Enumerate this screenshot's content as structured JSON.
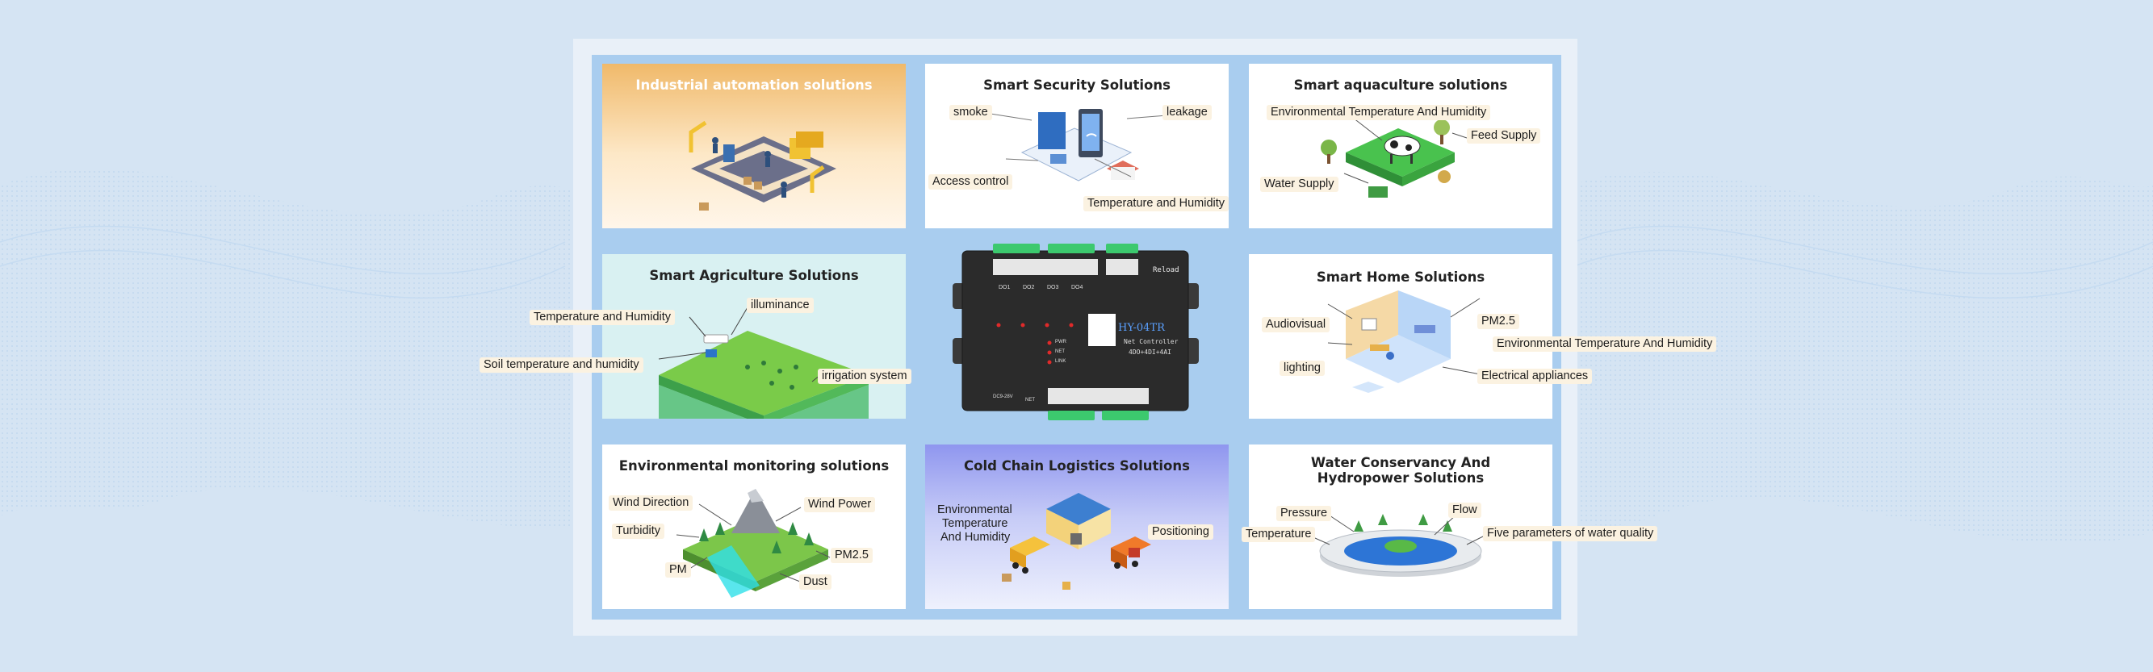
{
  "colors": {
    "background": "#d5e4f3",
    "frame": "#e9f0f8",
    "inner_border": "#a9cdef",
    "industrial_gradient": [
      "#f0b96a",
      "#fff6ea"
    ],
    "agriculture_bg": "#d9f1f2",
    "cold_chain_gradient": [
      "#8f96ef",
      "#eef1fd"
    ],
    "label_bg": "#fbf2e1",
    "device_body": "#2b2b2b",
    "terminal_green": "#3cc96e"
  },
  "panels": {
    "industrial": {
      "title": "Industrial automation solutions"
    },
    "security": {
      "title": "Smart Security Solutions",
      "labels": {
        "smoke": "smoke",
        "leakage": "leakage",
        "access": "Access control",
        "temp": "Temperature and Humidity"
      }
    },
    "aquaculture": {
      "title": "Smart aquaculture solutions",
      "labels": {
        "env": "Environmental Temperature And Humidity",
        "feed": "Feed Supply",
        "water": "Water Supply"
      }
    },
    "agriculture": {
      "title": "Smart Agriculture Solutions",
      "labels": {
        "temp": "Temperature and Humidity",
        "illum": "illuminance",
        "soil": "Soil temperature and humidity",
        "irrigation": "irrigation system"
      }
    },
    "home": {
      "title": "Smart Home Solutions",
      "labels": {
        "audio": "Audiovisual",
        "pm": "PM2.5",
        "env": "Environmental Temperature And Humidity",
        "lighting": "lighting",
        "appliances": "Electrical appliances"
      }
    },
    "environment": {
      "title": "Environmental monitoring solutions",
      "labels": {
        "wind_dir": "Wind Direction",
        "wind_power": "Wind Power",
        "turbidity": "Turbidity",
        "pm25": "PM2.5",
        "pm": "PM",
        "dust": "Dust"
      }
    },
    "cold_chain": {
      "title": "Cold Chain Logistics Solutions",
      "labels": {
        "env_line1": "Environmental",
        "env_line2": "Temperature",
        "env_line3": "And Humidity",
        "positioning": "Positioning"
      }
    },
    "water": {
      "title_line1": "Water Conservancy And",
      "title_line2": "Hydropower Solutions",
      "labels": {
        "pressure": "Pressure",
        "flow": "Flow",
        "temperature": "Temperature",
        "quality": "Five parameters of water quality"
      }
    }
  },
  "device": {
    "model": "HY-04TR",
    "type": "Net Controller",
    "spec": "4DO+4DI+4AI",
    "reload": "Reload",
    "outputs": [
      "DO1",
      "DO2",
      "DO3",
      "DO4"
    ],
    "leds": [
      "PWR",
      "NET",
      "LINK"
    ],
    "power": "DC9-28V",
    "net": "NET"
  }
}
